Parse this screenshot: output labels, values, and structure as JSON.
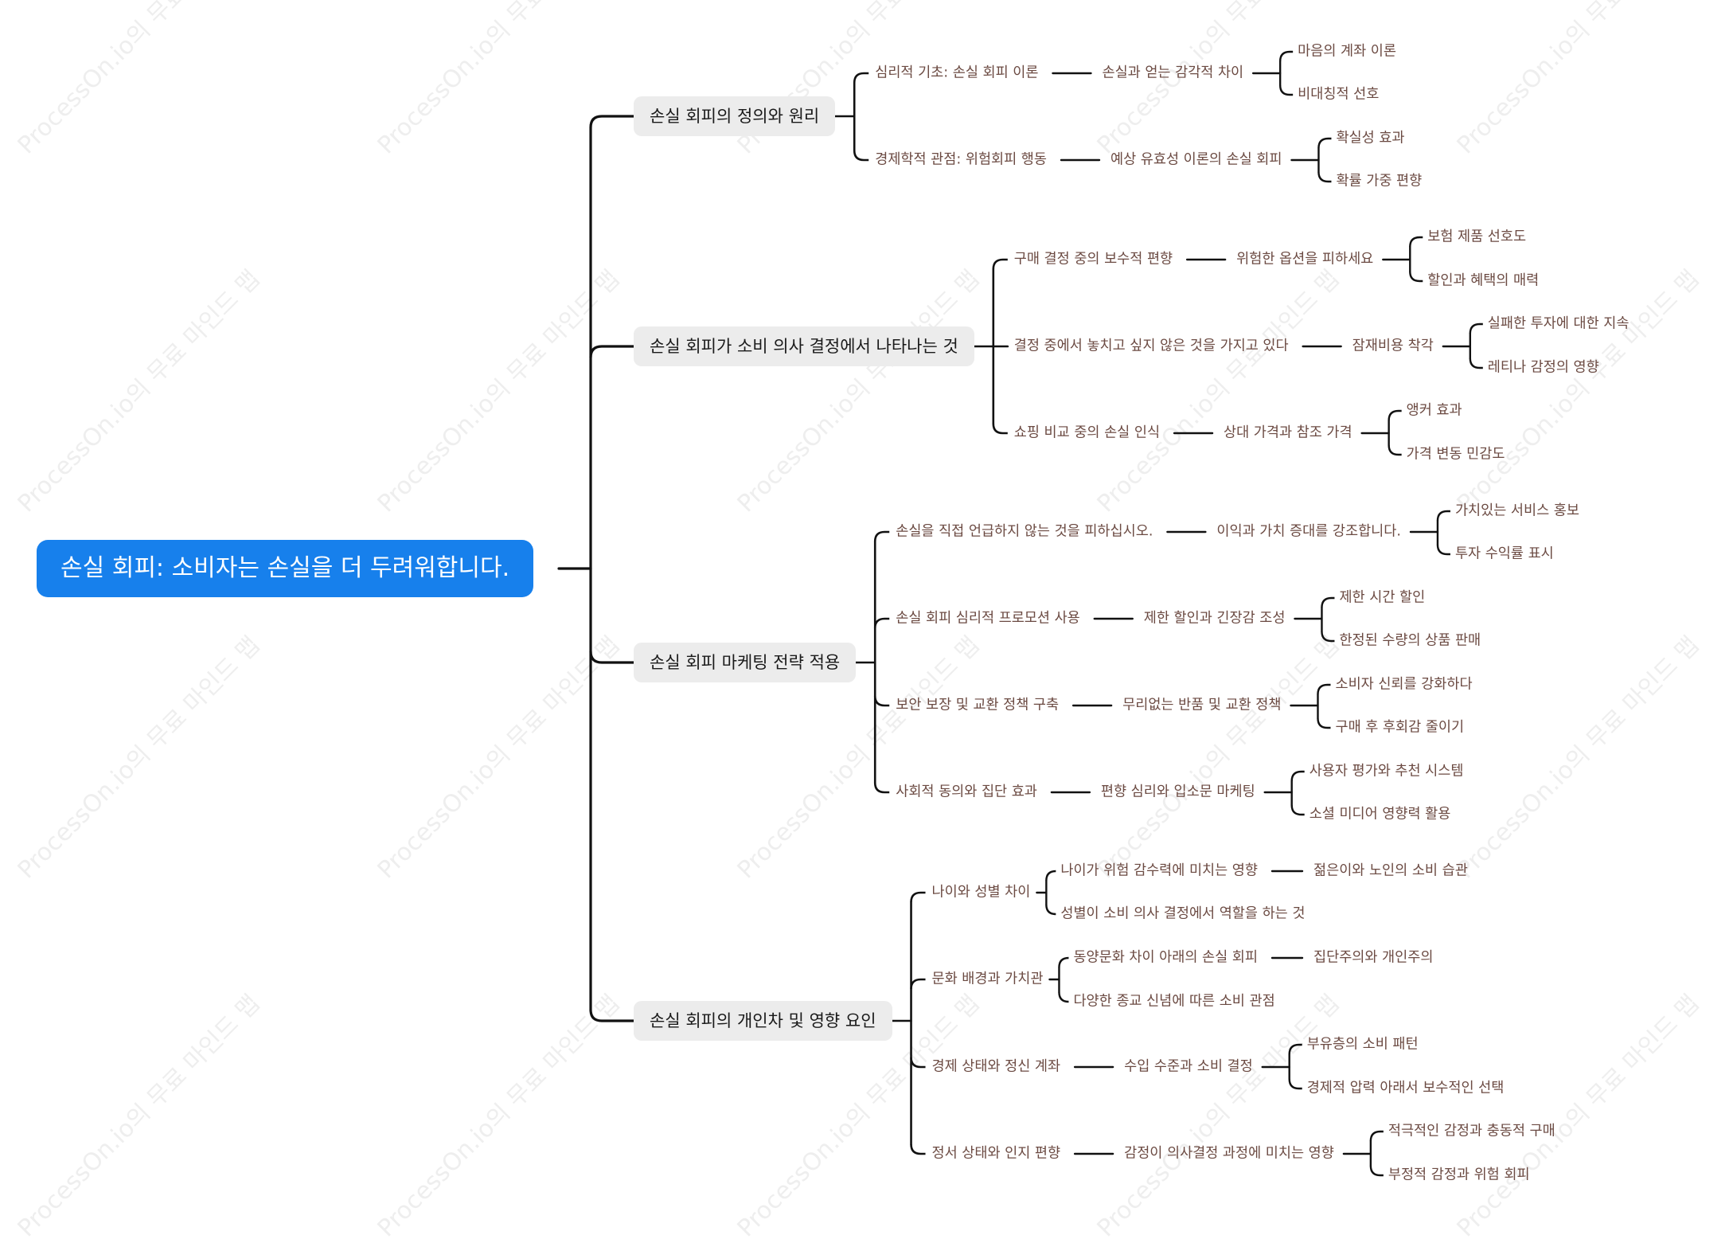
{
  "watermark": "ProcessOn.io의 무료 마인드 맵",
  "colors": {
    "root_bg": "#1780ec",
    "branch_bg": "#ececec",
    "line": "#111111",
    "sub_text": "#6b4a42"
  },
  "root": "손실 회피: 소비자는 손실을 더 두려워합니다.",
  "branches": [
    {
      "label": "손실 회피의 정의와 원리",
      "children": [
        {
          "label": "심리적 기초: 손실 회피 이론",
          "children": [
            {
              "label": "손실과 얻는 감각적 차이",
              "children": [
                {
                  "label": "마음의 계좌 이론"
                },
                {
                  "label": "비대칭적 선호"
                }
              ]
            }
          ]
        },
        {
          "label": "경제학적 관점: 위험회피 행동",
          "children": [
            {
              "label": "예상 유효성 이론의 손실 회피",
              "children": [
                {
                  "label": "확실성 효과"
                },
                {
                  "label": "확률 가중 편향"
                }
              ]
            }
          ]
        }
      ]
    },
    {
      "label": "손실 회피가 소비 의사 결정에서 나타나는 것",
      "children": [
        {
          "label": "구매 결정 중의 보수적 편향",
          "children": [
            {
              "label": "위험한 옵션을 피하세요",
              "children": [
                {
                  "label": "보험 제품 선호도"
                },
                {
                  "label": "할인과 혜택의 매력"
                }
              ]
            }
          ]
        },
        {
          "label": "결정 중에서 놓치고 싶지 않은 것을 가지고 있다",
          "children": [
            {
              "label": "잠재비용 착각",
              "children": [
                {
                  "label": "실패한 투자에 대한 지속"
                },
                {
                  "label": "레티나 감정의 영향"
                }
              ]
            }
          ]
        },
        {
          "label": "쇼핑 비교 중의 손실 인식",
          "children": [
            {
              "label": "상대 가격과 참조 가격",
              "children": [
                {
                  "label": "앵커 효과"
                },
                {
                  "label": "가격 변동 민감도"
                }
              ]
            }
          ]
        }
      ]
    },
    {
      "label": "손실 회피 마케팅 전략 적용",
      "children": [
        {
          "label": "손실을 직접 언급하지 않는 것을 피하십시오.",
          "children": [
            {
              "label": "이익과 가치 증대를 강조합니다.",
              "children": [
                {
                  "label": "가치있는 서비스 홍보"
                },
                {
                  "label": "투자 수익률 표시"
                }
              ]
            }
          ]
        },
        {
          "label": "손실 회피 심리적 프로모션 사용",
          "children": [
            {
              "label": "제한 할인과 긴장감 조성",
              "children": [
                {
                  "label": "제한 시간 할인"
                },
                {
                  "label": "한정된 수량의 상품 판매"
                }
              ]
            }
          ]
        },
        {
          "label": "보안 보장 및 교환 정책 구축",
          "children": [
            {
              "label": "무리없는 반품 및 교환 정책",
              "children": [
                {
                  "label": "소비자 신뢰를 강화하다"
                },
                {
                  "label": "구매 후 후회감 줄이기"
                }
              ]
            }
          ]
        },
        {
          "label": "사회적 동의와 집단 효과",
          "children": [
            {
              "label": "편향 심리와 입소문 마케팅",
              "children": [
                {
                  "label": "사용자 평가와 추천 시스템"
                },
                {
                  "label": "소셜 미디어 영향력 활용"
                }
              ]
            }
          ]
        }
      ]
    },
    {
      "label": "손실 회피의 개인차 및 영향 요인",
      "children": [
        {
          "label": "나이와 성별 차이",
          "children": [
            {
              "label": "나이가 위험 감수력에 미치는 영향",
              "children": [
                {
                  "label": "젊은이와 노인의 소비 습관"
                }
              ]
            },
            {
              "label": "성별이 소비 의사 결정에서 역할을 하는 것"
            }
          ]
        },
        {
          "label": "문화 배경과 가치관",
          "children": [
            {
              "label": "동양문화 차이 아래의 손실 회피",
              "children": [
                {
                  "label": "집단주의와 개인주의"
                }
              ]
            },
            {
              "label": "다양한 종교 신념에 따른 소비 관점"
            }
          ]
        },
        {
          "label": "경제 상태와 정신 계좌",
          "children": [
            {
              "label": "수입 수준과 소비 결정",
              "children": [
                {
                  "label": "부유층의 소비 패턴"
                },
                {
                  "label": "경제적 압력 아래서 보수적인 선택"
                }
              ]
            }
          ]
        },
        {
          "label": "정서 상태와 인지 편향",
          "children": [
            {
              "label": "감정이 의사결정 과정에 미치는 영향",
              "children": [
                {
                  "label": "적극적인 감정과 충동적 구매"
                },
                {
                  "label": "부정적 감정과 위험 회피"
                }
              ]
            }
          ]
        }
      ]
    }
  ]
}
